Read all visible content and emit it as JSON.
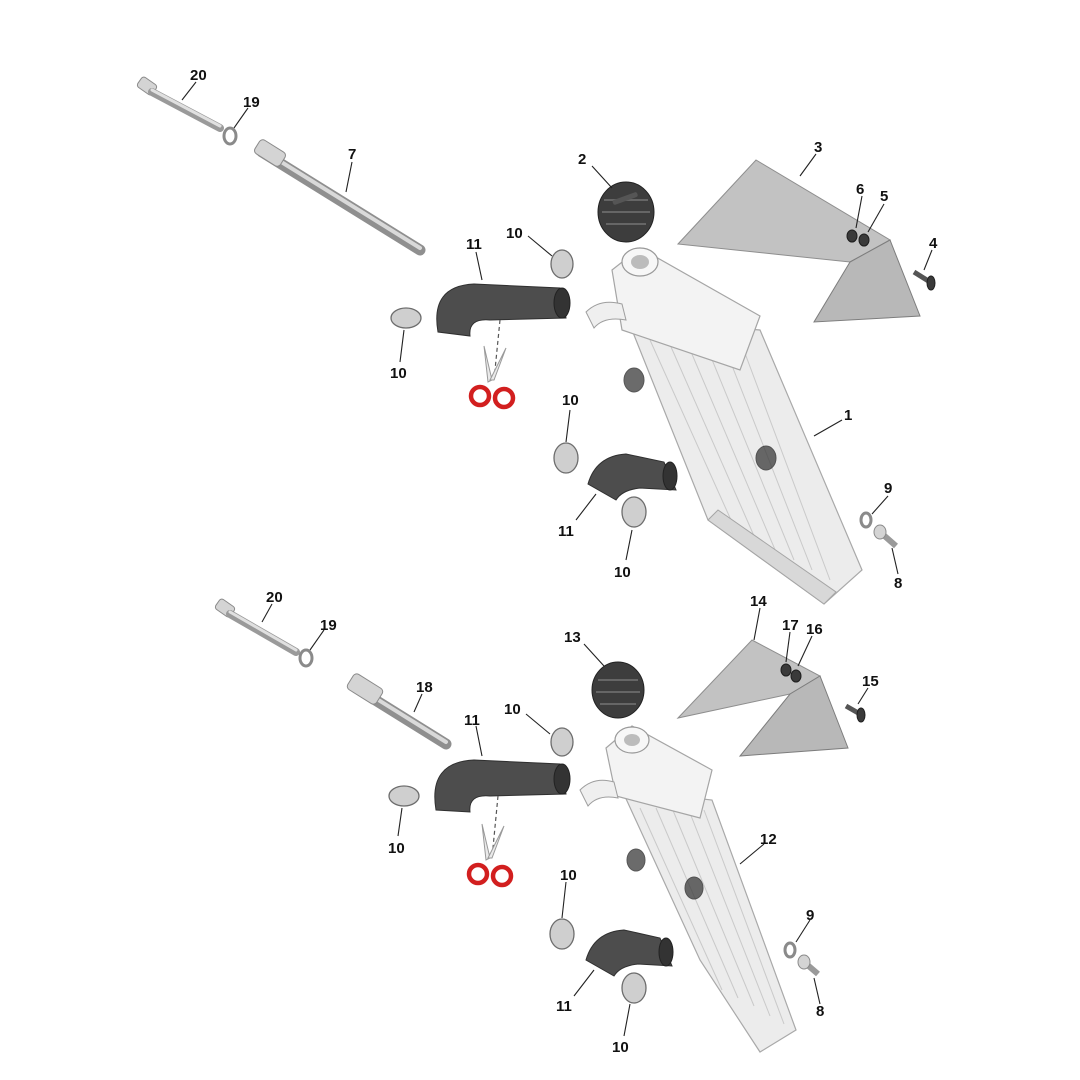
{
  "callouts": {
    "upper": {
      "c1": "1",
      "c2": "2",
      "c3": "3",
      "c4": "4",
      "c5": "5",
      "c6": "6",
      "c7": "7",
      "c8": "8",
      "c9": "9",
      "c10a": "10",
      "c10b": "10",
      "c10c": "10",
      "c10d": "10",
      "c11a": "11",
      "c11b": "11",
      "c19": "19",
      "c20": "20"
    },
    "lower": {
      "c8": "8",
      "c9": "9",
      "c10a": "10",
      "c10b": "10",
      "c10c": "10",
      "c10d": "10",
      "c11a": "11",
      "c11b": "11",
      "c12": "12",
      "c13": "13",
      "c14": "14",
      "c15": "15",
      "c16": "16",
      "c17": "17",
      "c18": "18",
      "c19": "19",
      "c20": "20"
    }
  },
  "icons": {
    "cut": "scissors-icon"
  },
  "colors": {
    "scissors": "#d21f1f",
    "hose": "#4d4d4d",
    "cap": "#3d3d3d"
  }
}
